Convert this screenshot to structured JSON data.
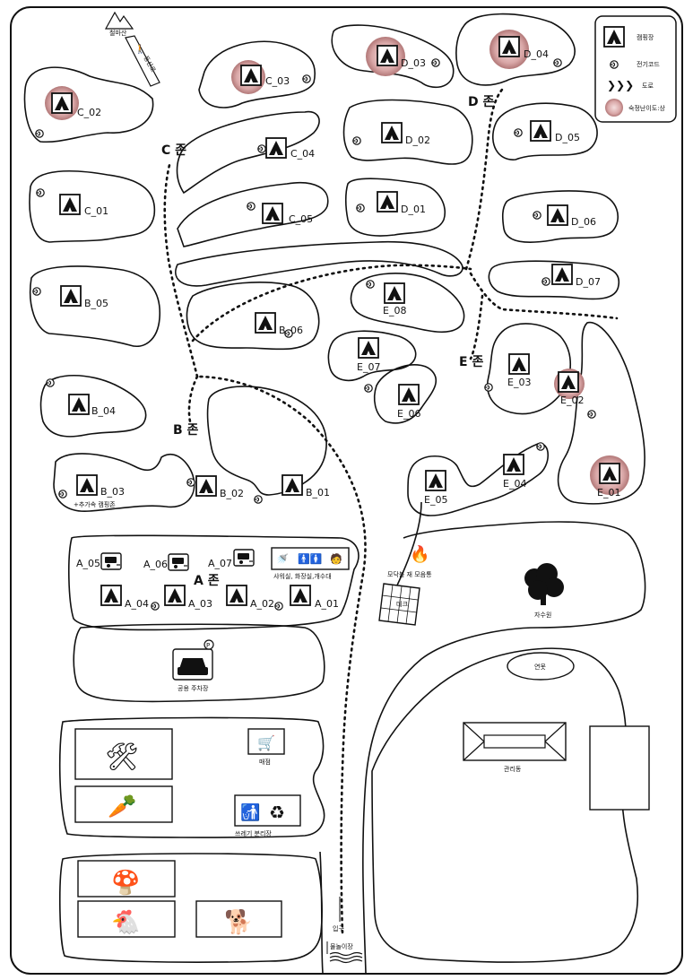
{
  "legend": {
    "camp": "캠핑장",
    "power": "전기코드",
    "road": "도로",
    "hotspot": "숙정난이도:상"
  },
  "zones": {
    "A": "A 존",
    "B": "B 존",
    "C": "C 존",
    "D": "D 존",
    "E": "E 존"
  },
  "sites": {
    "C_02": "C_02",
    "C_03": "C_03",
    "C_04": "C_04",
    "C_05": "C_05",
    "C_01": "C_01",
    "D_03": "D_03",
    "D_04": "D_04",
    "D_02": "D_02",
    "D_05": "D_05",
    "D_01": "D_01",
    "D_06": "D_06",
    "D_07": "D_07",
    "B_05": "B_05",
    "B_06": "B_06",
    "B_04": "B_04",
    "B_03": "B_03",
    "B_02": "B_02",
    "B_01": "B_01",
    "E_08": "E_08",
    "E_07": "E_07",
    "E_06": "E_06",
    "E_03": "E_03",
    "E_02": "E_02",
    "E_05": "E_05",
    "E_04": "E_04",
    "E_01": "E_01",
    "A_05": "A_05",
    "A_06": "A_06",
    "A_07": "A_07",
    "A_04": "A_04",
    "A_03": "A_03",
    "A_02": "A_02",
    "A_01": "A_01"
  },
  "hotspots": [
    "C_02",
    "C_03",
    "D_03",
    "D_04",
    "E_02",
    "E_01"
  ],
  "labels": {
    "mountain": "철마산",
    "trail": "등산로",
    "family_zone": "+추가속 캠핑존",
    "shower": "샤워실, 화장실,개수대",
    "campfire": "모닥불 재 모음통",
    "deck": "데크",
    "tree": "자수원",
    "pond": "연못",
    "parking": "공용 주차장",
    "store": "매점",
    "trash": "쓰레기 분리장",
    "office": "관리동",
    "entrance": "입구",
    "water": "물놀이장"
  },
  "colors": {
    "line": "#111111",
    "hotspot": "#c98f8f"
  }
}
